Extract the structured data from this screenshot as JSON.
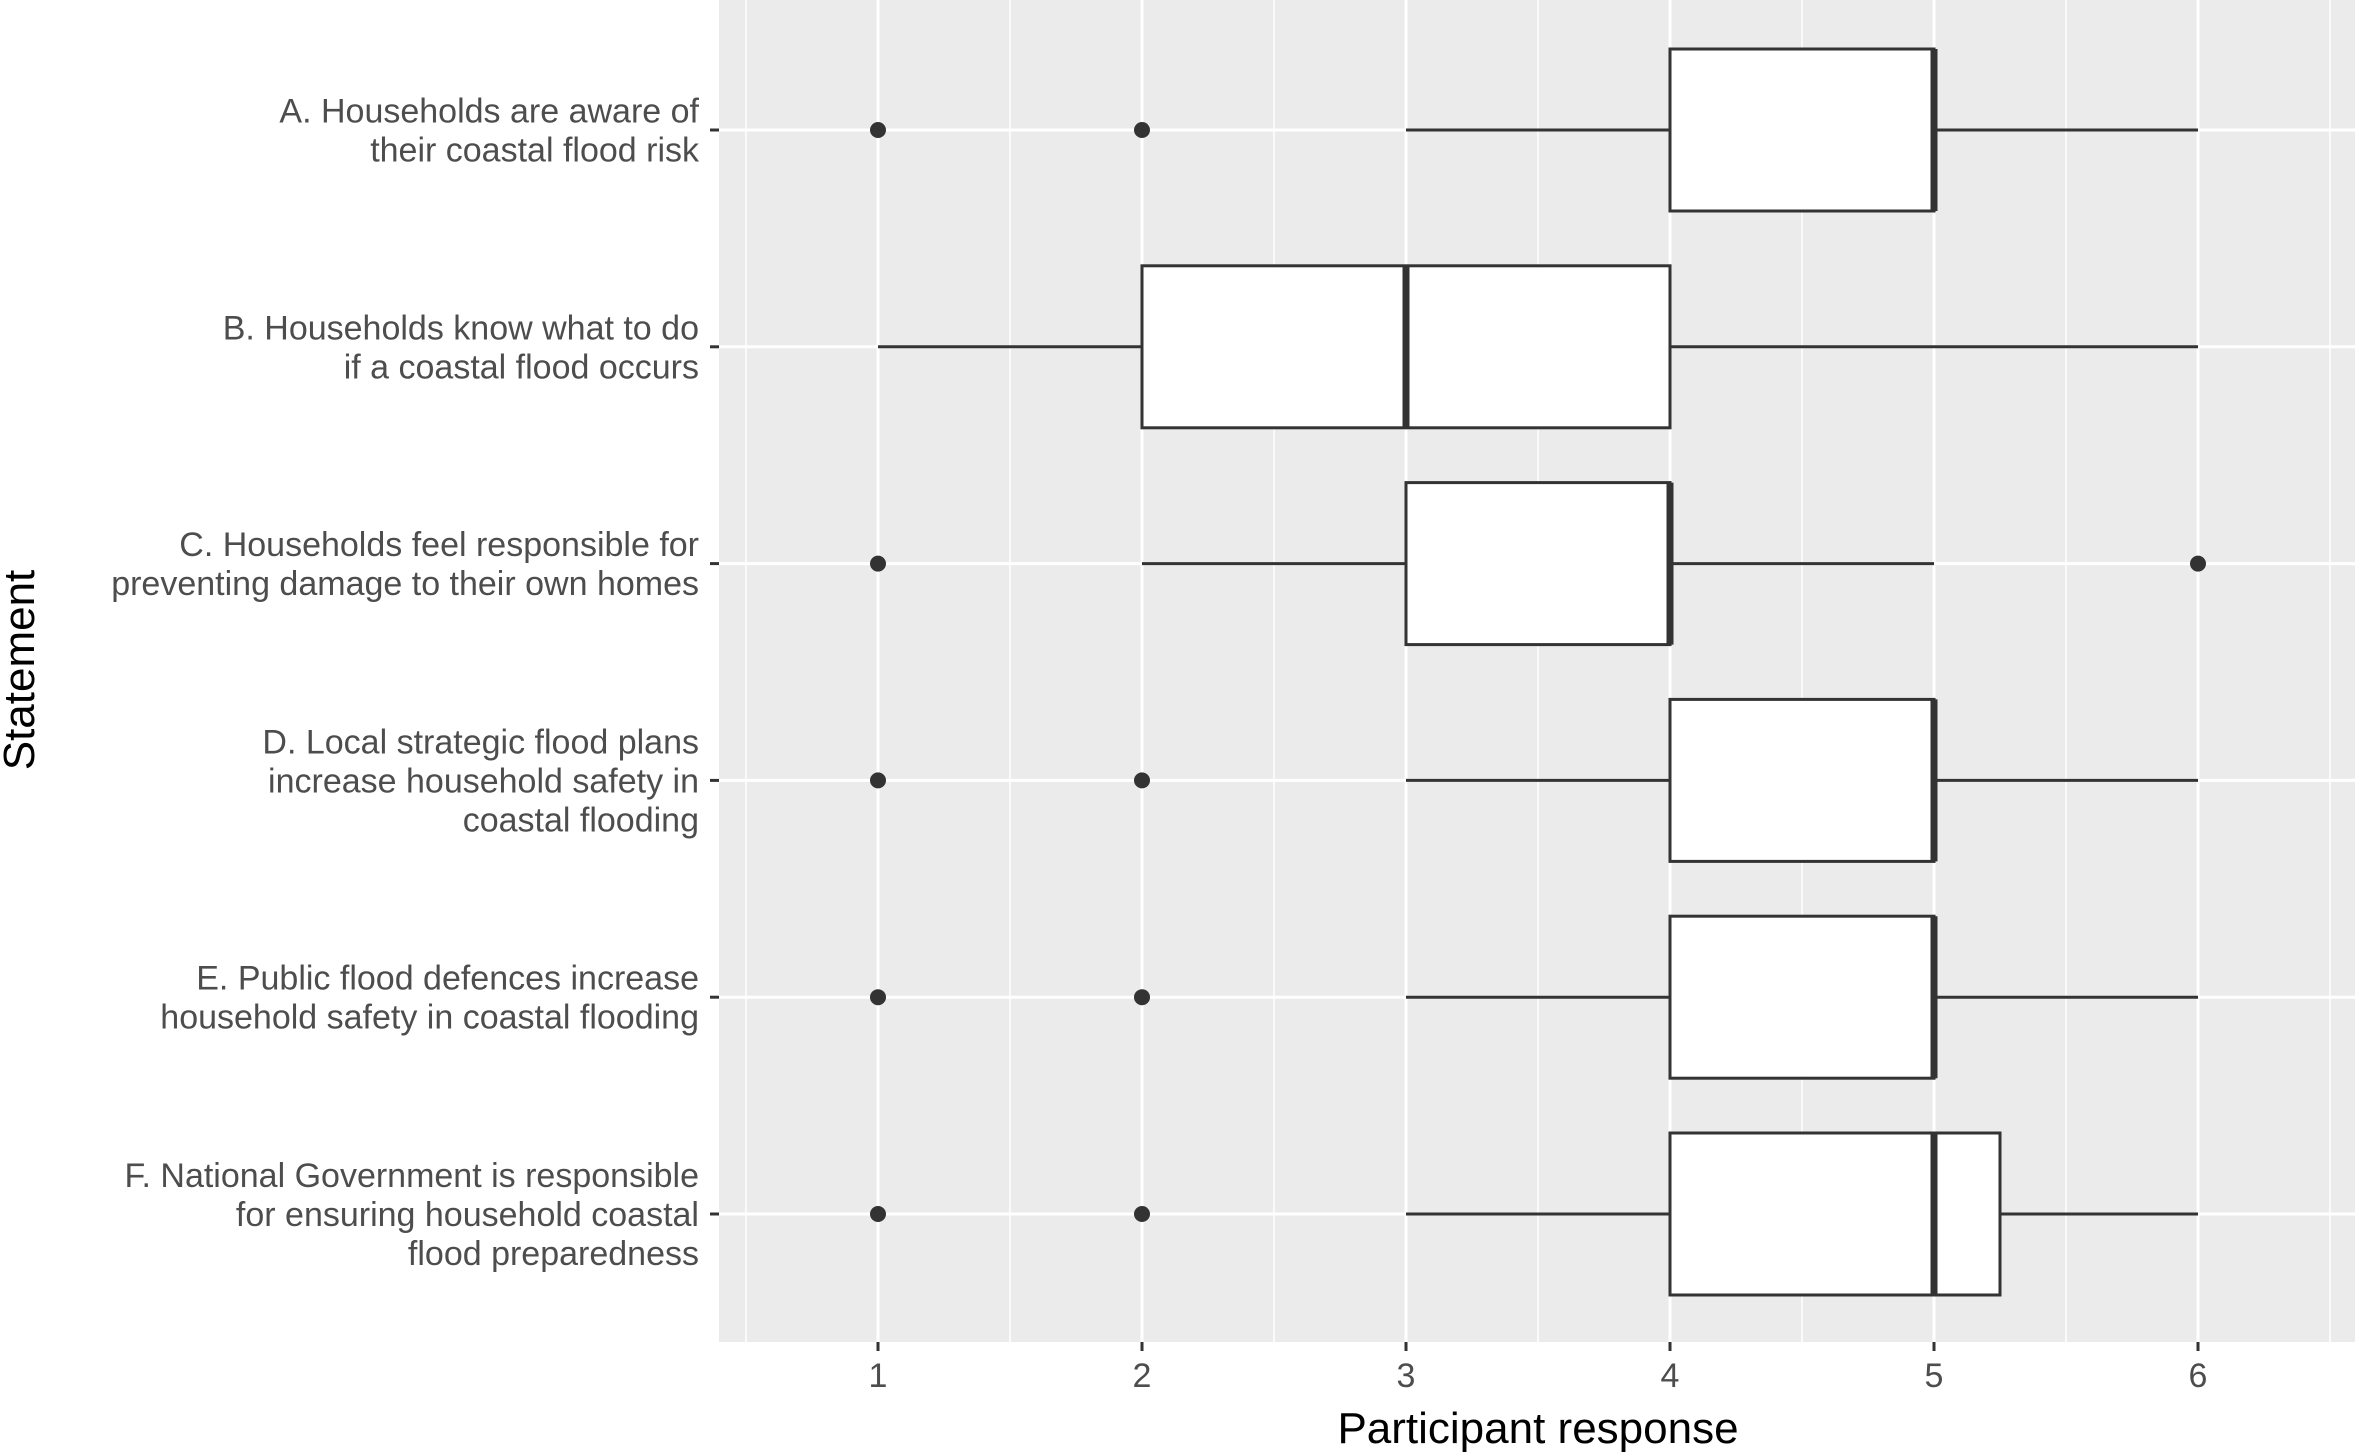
{
  "chart_data": {
    "type": "boxplot",
    "orientation": "horizontal",
    "xlabel": "Participant response",
    "ylabel": "Statement",
    "xlim": [
      0.4,
      6.5
    ],
    "xticks": [
      1,
      2,
      3,
      4,
      5,
      6
    ],
    "grid": true,
    "colors": {
      "panel": "#ebebeb",
      "grid": "#ffffff",
      "box_fill": "#ffffff",
      "box_stroke": "#333333",
      "text": "#4d4d4d"
    },
    "categories": [
      {
        "label_lines": [
          "A. Households are aware of",
          "their coastal flood risk"
        ],
        "whisker_low": 3,
        "q1": 4,
        "median": 5,
        "q3": 5,
        "whisker_high": 6,
        "outliers": [
          1,
          2
        ]
      },
      {
        "label_lines": [
          "B. Households know what to do",
          "if a coastal flood occurs"
        ],
        "whisker_low": 1,
        "q1": 2,
        "median": 3,
        "q3": 4,
        "whisker_high": 6,
        "outliers": []
      },
      {
        "label_lines": [
          "C. Households feel responsible for",
          "preventing damage to their own homes"
        ],
        "whisker_low": 2,
        "q1": 3,
        "median": 4,
        "q3": 4,
        "whisker_high": 5,
        "outliers": [
          1,
          6
        ]
      },
      {
        "label_lines": [
          "D. Local strategic flood plans",
          "increase household safety in",
          "coastal flooding"
        ],
        "whisker_low": 3,
        "q1": 4,
        "median": 5,
        "q3": 5,
        "whisker_high": 6,
        "outliers": [
          1,
          2
        ]
      },
      {
        "label_lines": [
          "E. Public flood defences increase",
          "household safety in coastal flooding"
        ],
        "whisker_low": 3,
        "q1": 4,
        "median": 5,
        "q3": 5,
        "whisker_high": 6,
        "outliers": [
          1,
          2
        ]
      },
      {
        "label_lines": [
          "F. National Government is responsible",
          "for ensuring household coastal",
          "flood preparedness"
        ],
        "whisker_low": 3,
        "q1": 4,
        "median": 5,
        "q3": 5.25,
        "whisker_high": 6,
        "outliers": [
          1,
          2
        ]
      }
    ]
  }
}
